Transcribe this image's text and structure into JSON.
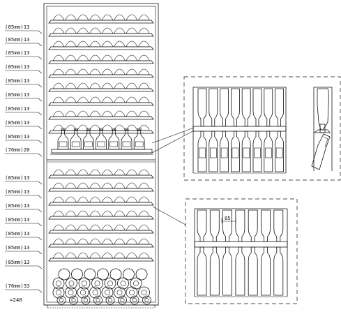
{
  "shelf_labels_top": [
    "(85mm)13",
    "(85mm)13",
    "(85mm)13",
    "(85mm)13",
    "(85mm)13",
    "(85mm)13",
    "(85mm)13",
    "(85mm)13",
    "(85mm)13"
  ],
  "display_shelf_label": "(76mm)20",
  "shelf_labels_bottom": [
    "(85mm)13",
    "(85mm)13",
    "(85mm)13",
    "(85mm)13",
    "(85mm)13",
    "(85mm)13",
    "(85mm)13"
  ],
  "floor_label": "(76mm)33",
  "total_label": "=248",
  "detail_dimension": "85",
  "colors": {
    "line": "#111111",
    "background": "#ffffff"
  }
}
